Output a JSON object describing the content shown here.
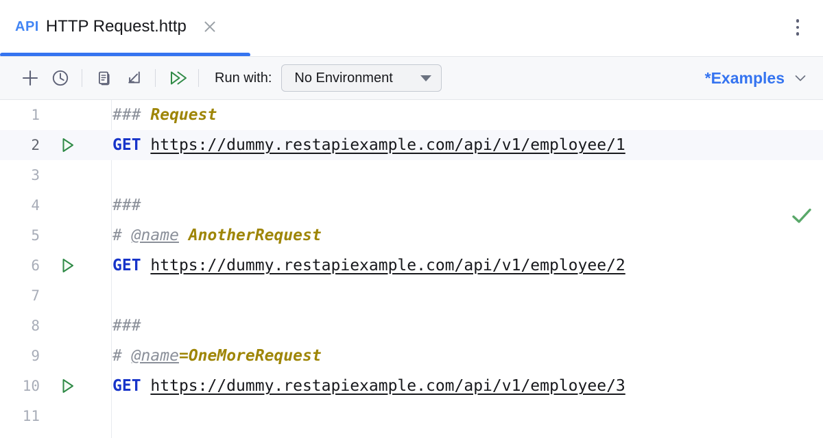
{
  "tab": {
    "badge": "API",
    "title": "HTTP Request.http",
    "close_icon": "close-icon",
    "more_icon": "more-vertical-icon"
  },
  "toolbar": {
    "buttons": [
      {
        "name": "add-request-button",
        "icon": "plus-icon",
        "label": ""
      },
      {
        "name": "history-button",
        "icon": "clock-icon",
        "label": ""
      },
      {
        "name": "open-in-editor-button",
        "icon": "documents-icon",
        "label": ""
      },
      {
        "name": "import-button",
        "icon": "import-arrow-icon",
        "label": ""
      },
      {
        "name": "run-all-button",
        "icon": "double-play-icon",
        "label": ""
      }
    ],
    "run_with_label": "Run with:",
    "environment": {
      "selected": "No Environment",
      "caret_icon": "caret-down-icon"
    },
    "examples_label": "*Examples",
    "examples_caret_icon": "chevron-down-icon"
  },
  "editor": {
    "inspection_status_icon": "check-icon",
    "inspection_status_color": "#59a869",
    "current_line": 2,
    "run_gutter_icon": "play-triangle-icon",
    "lines": [
      {
        "number": "1",
        "gutter": false,
        "tokens": [
          {
            "text": "### ",
            "type": "comment"
          },
          {
            "text": "Request",
            "type": "value"
          }
        ]
      },
      {
        "number": "2",
        "gutter": true,
        "tokens": [
          {
            "text": "GET",
            "type": "method"
          },
          {
            "text": " ",
            "type": "plain"
          },
          {
            "text": "https://dummy.restapiexample.com/api/v1/employee/1",
            "type": "url"
          }
        ]
      },
      {
        "number": "3",
        "gutter": false,
        "tokens": []
      },
      {
        "number": "4",
        "gutter": false,
        "tokens": [
          {
            "text": "###",
            "type": "comment"
          }
        ]
      },
      {
        "number": "5",
        "gutter": false,
        "tokens": [
          {
            "text": "# ",
            "type": "comment"
          },
          {
            "text": "@name",
            "type": "name"
          },
          {
            "text": " ",
            "type": "comment"
          },
          {
            "text": "AnotherRequest",
            "type": "value"
          }
        ]
      },
      {
        "number": "6",
        "gutter": true,
        "tokens": [
          {
            "text": "GET",
            "type": "method"
          },
          {
            "text": " ",
            "type": "plain"
          },
          {
            "text": "https://dummy.restapiexample.com/api/v1/employee/2",
            "type": "url"
          }
        ]
      },
      {
        "number": "7",
        "gutter": false,
        "tokens": []
      },
      {
        "number": "8",
        "gutter": false,
        "tokens": [
          {
            "text": "###",
            "type": "comment"
          }
        ]
      },
      {
        "number": "9",
        "gutter": false,
        "tokens": [
          {
            "text": "# ",
            "type": "comment"
          },
          {
            "text": "@name",
            "type": "name"
          },
          {
            "text": "=",
            "type": "value"
          },
          {
            "text": "OneMoreRequest",
            "type": "value"
          }
        ]
      },
      {
        "number": "10",
        "gutter": true,
        "tokens": [
          {
            "text": "GET",
            "type": "method"
          },
          {
            "text": " ",
            "type": "plain"
          },
          {
            "text": "https://dummy.restapiexample.com/api/v1/employee/3",
            "type": "url"
          }
        ]
      },
      {
        "number": "11",
        "gutter": false,
        "tokens": []
      }
    ]
  },
  "colors": {
    "accent_blue": "#3574f0",
    "badge_blue": "#4285f4",
    "method_blue": "#1734c9",
    "value_olive": "#9e8505",
    "comment_gray": "#8a8f99",
    "run_green": "#2f8a46",
    "toolbar_bg": "#f7f8fa",
    "current_line_bg": "#f7f8fc"
  }
}
